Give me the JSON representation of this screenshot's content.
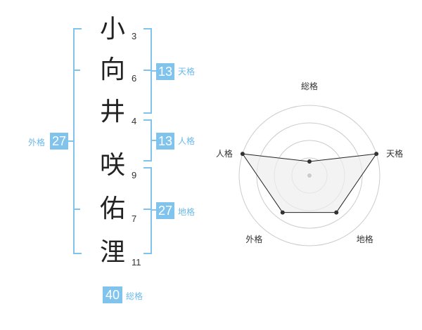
{
  "name": {
    "chars": [
      {
        "char": "小",
        "strokes": "3"
      },
      {
        "char": "向",
        "strokes": "6"
      },
      {
        "char": "井",
        "strokes": "4"
      },
      {
        "char": "咲",
        "strokes": "9"
      },
      {
        "char": "佑",
        "strokes": "7"
      },
      {
        "char": "浬",
        "strokes": "11"
      }
    ]
  },
  "kakusu": {
    "tenkaku": {
      "value": "13",
      "label": "天格"
    },
    "jinkaku": {
      "value": "13",
      "label": "人格"
    },
    "chikaku": {
      "value": "27",
      "label": "地格"
    },
    "gaikaku": {
      "value": "27",
      "label": "外格"
    },
    "soukaku": {
      "value": "40",
      "label": "総格"
    }
  },
  "radar": {
    "axes": [
      "総格",
      "天格",
      "地格",
      "外格",
      "人格"
    ],
    "values": [
      0.2,
      1.0,
      0.65,
      0.65,
      1.0
    ],
    "line_color": "#222222",
    "fill_color": "#eeeeee",
    "grid_color": "#cccccc",
    "rings": 4
  }
}
